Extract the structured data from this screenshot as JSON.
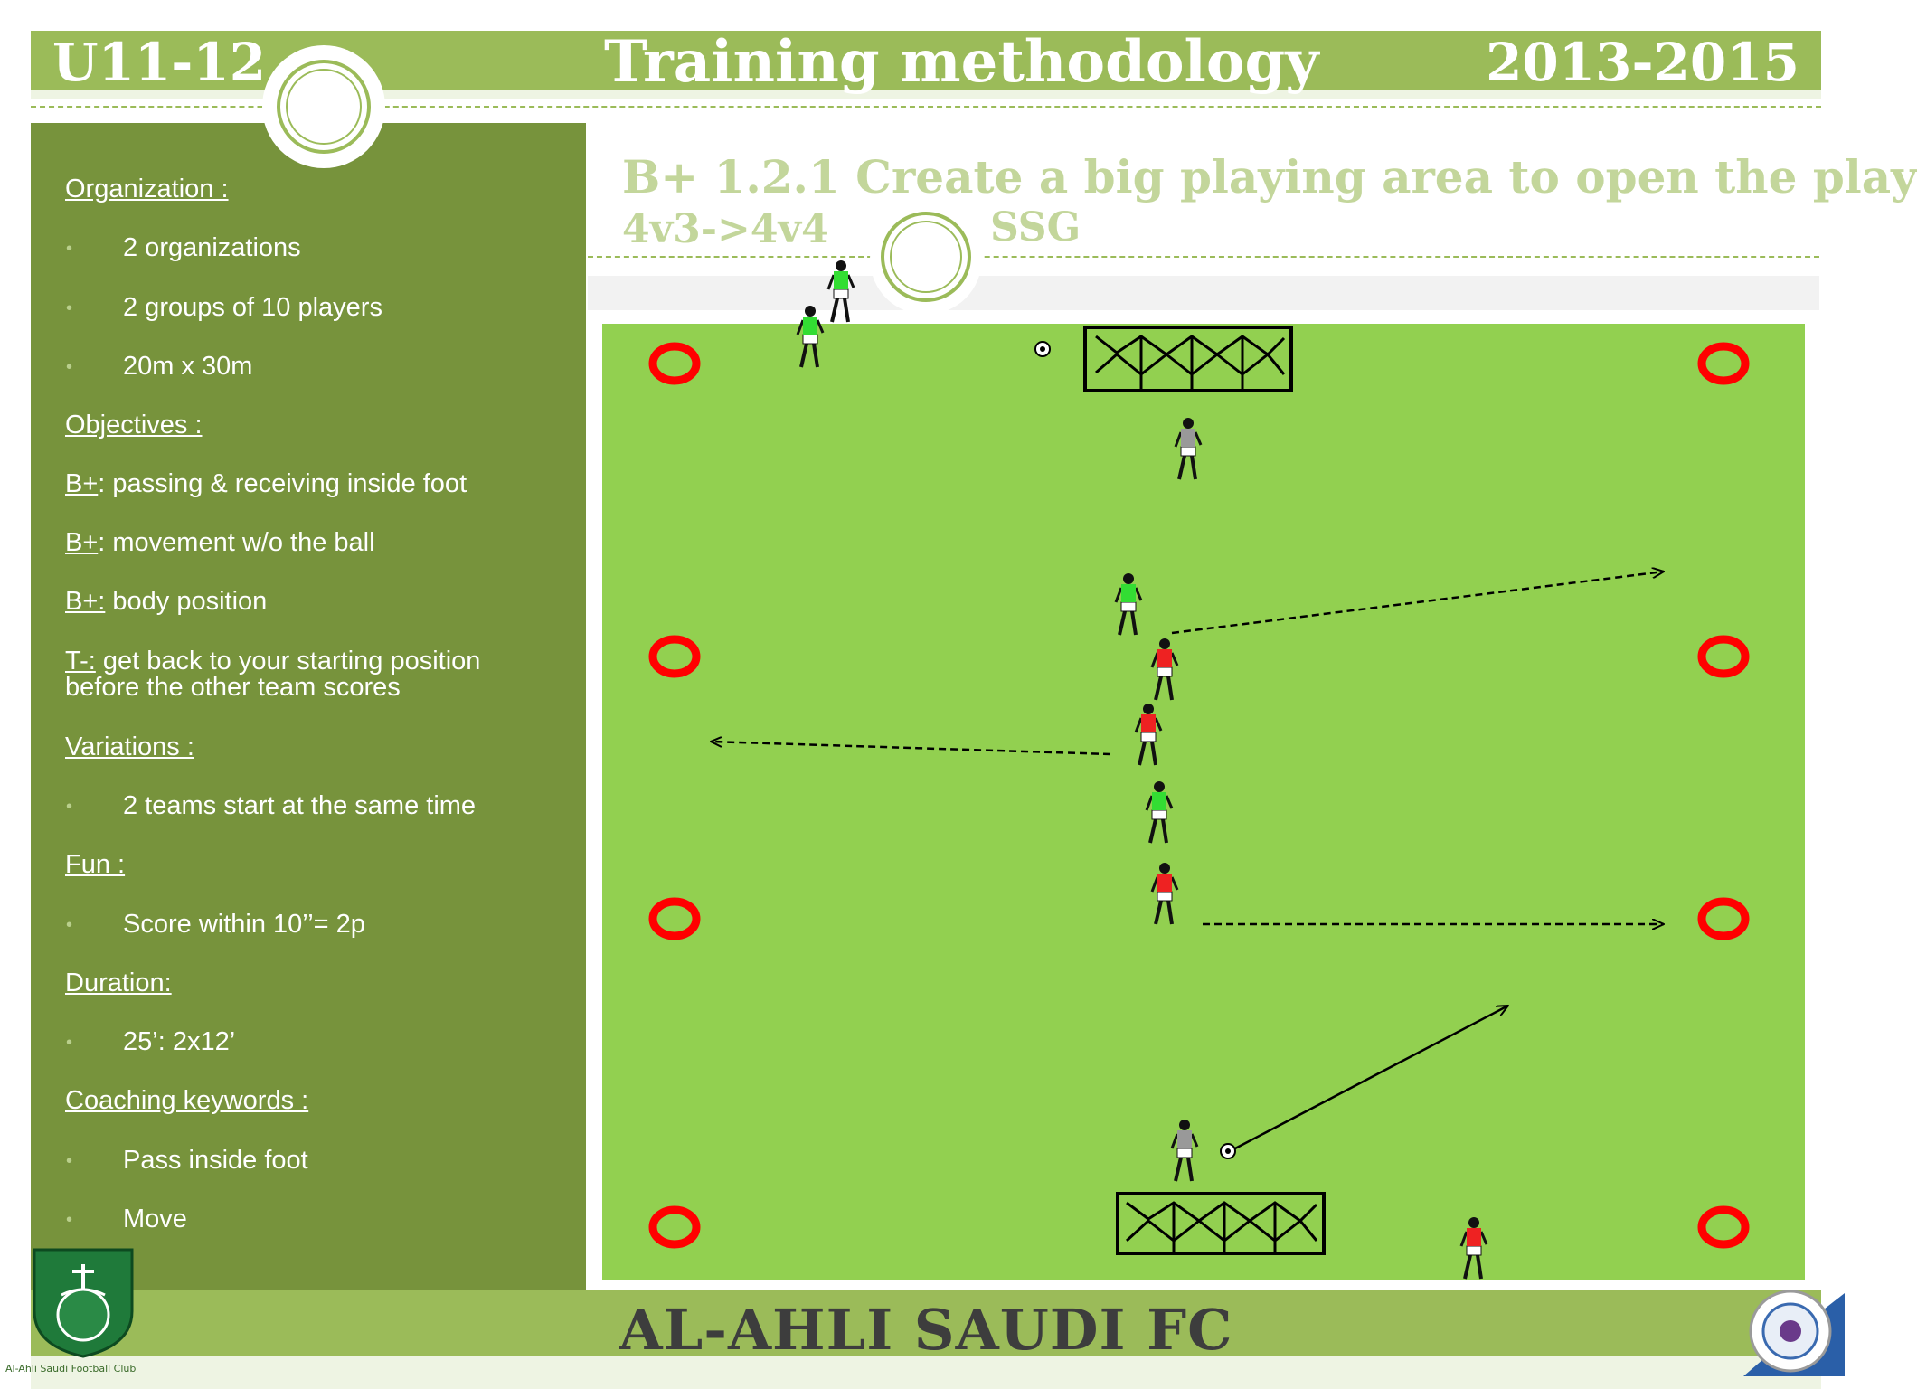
{
  "header": {
    "age_group": "U11-12",
    "title": "Training methodology",
    "season": "2013-2015"
  },
  "exercise": {
    "title": "B+ 1.2.1 Create a big playing area to open the play",
    "format": "4v3->4v4",
    "type": "SSG"
  },
  "left_panel": {
    "organization_heading": "Organization :",
    "organization_items": [
      "2 organizations",
      "2 groups of 10 players",
      "20m x 30m"
    ],
    "objectives_heading": "Objectives :",
    "objectives": [
      {
        "prefix": "B+",
        "text": ": passing  & receiving inside foot"
      },
      {
        "prefix": "B+",
        "text": ": movement w/o the ball"
      },
      {
        "prefix": "B+:",
        "text": " body position"
      },
      {
        "prefix": "T-:",
        "text": " get back to your starting position",
        "text2": "before the other team scores"
      }
    ],
    "variations_heading": "Variations :",
    "variations": [
      "2 teams start at the same time"
    ],
    "fun_heading": "Fun :",
    "fun": [
      "Score within 10’’= 2p"
    ],
    "duration_heading": "Duration:",
    "duration": [
      "25’: 2x12’"
    ],
    "keywords_heading": "Coaching keywords :",
    "keywords": [
      "Pass inside foot",
      "Move"
    ]
  },
  "footer": {
    "club_name": "AL-AHLI SAUDI FC",
    "logo_caption": "Al-Ahli Saudi Football Club"
  },
  "colors": {
    "header_green": "#9bbb59",
    "panel_green": "#77933c",
    "field_green": "#92d050",
    "cone_red": "#ff0000",
    "team_a": "#33dd33",
    "team_b": "#ee2222"
  }
}
